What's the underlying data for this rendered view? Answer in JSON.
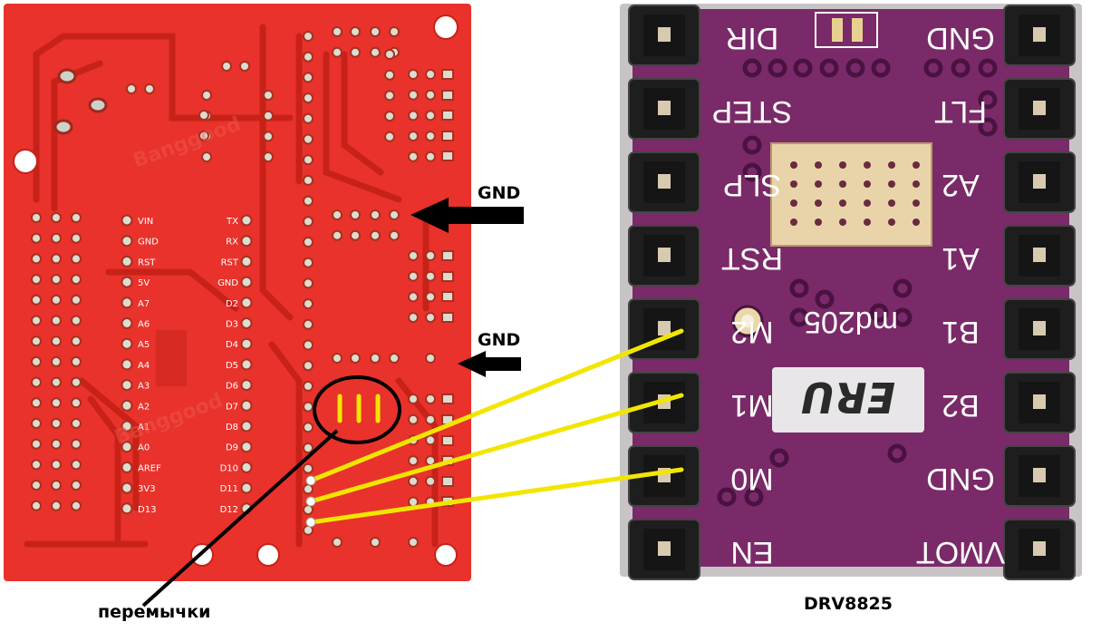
{
  "colors": {
    "board": "#e8322b",
    "board_dark": "#c82218",
    "module": "#7a2a68",
    "module_dark": "#5e1a50",
    "jumper": "#f2e600",
    "pin": "#e8e0d0",
    "header": "#1e1e1e"
  },
  "labels": {
    "gnd_top": "GND",
    "gnd_bottom": "GND",
    "jumpers": "перемычки",
    "module_name": "DRV8825"
  },
  "board": {
    "watermark": "Banggood",
    "left_pins": [
      "VIN",
      "GND",
      "RST",
      "5V",
      "A7",
      "A6",
      "A5",
      "A4",
      "A3",
      "A2",
      "A1",
      "A0",
      "AREF",
      "3V3",
      "D13"
    ],
    "right_pins": [
      "TX",
      "RX",
      "RST",
      "GND",
      "D2",
      "D3",
      "D4",
      "D5",
      "D6",
      "D7",
      "D8",
      "D9",
      "D10",
      "D11",
      "D12"
    ]
  },
  "module": {
    "left_pins": [
      "DIR",
      "STEP",
      "SLP",
      "RST",
      "M2",
      "M1",
      "M0",
      "EN"
    ],
    "right_pins": [
      "GND",
      "FLT",
      "A2",
      "A1",
      "B1",
      "B2",
      "GND",
      "VMOT"
    ],
    "chip_text": "md205",
    "logo_text": "ERU"
  }
}
